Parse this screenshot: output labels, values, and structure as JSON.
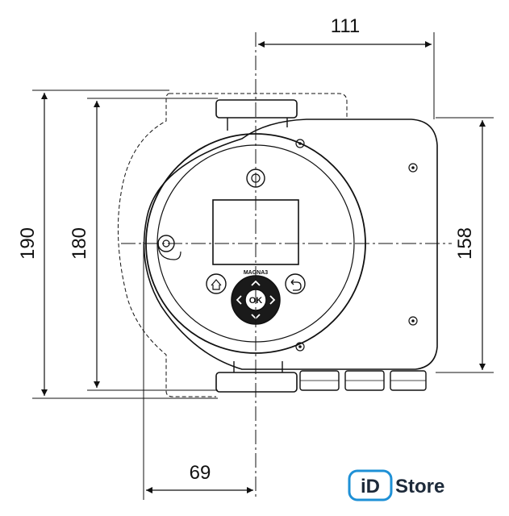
{
  "dimensions": {
    "width_top": "111",
    "height_outer": "190",
    "height_inner": "180",
    "height_right": "158",
    "width_bottom": "69"
  },
  "product": {
    "brand_label": "MAGNA3",
    "ok_label": "OK"
  },
  "logo": {
    "mark": "iD",
    "name": "Store"
  },
  "colors": {
    "line": "#111111",
    "logo_text": "#1d2a3a",
    "logo_accent": "#1e90d6"
  }
}
